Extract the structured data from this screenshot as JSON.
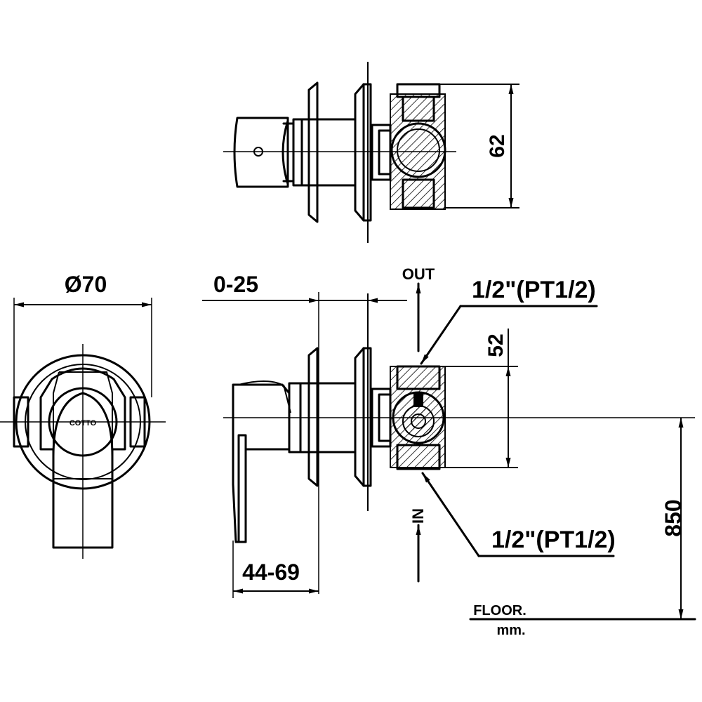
{
  "dimensions": {
    "diameter": "Ø70",
    "depth_range": "0-25",
    "handle_range": "44-69",
    "top_height": "62",
    "mid_height": "52",
    "install_height": "850"
  },
  "pipe_threads": {
    "outlet_size": "1/2\"(PT1/2)",
    "inlet_size": "1/2\"(PT1/2)"
  },
  "flow_labels": {
    "outlet": "OUT",
    "inlet": "IN"
  },
  "reference": {
    "floor": "FLOOR.",
    "unit": "mm."
  },
  "brand_mark": "COTTO"
}
